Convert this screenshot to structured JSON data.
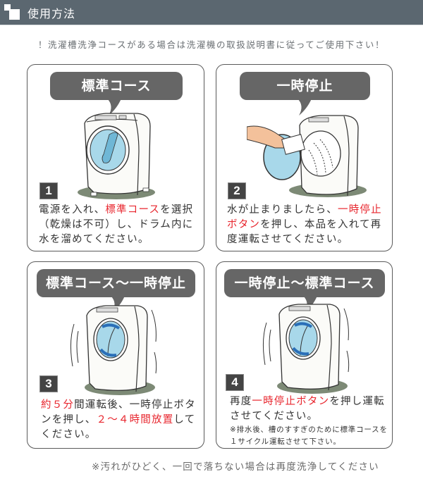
{
  "header": {
    "title": "使用方法",
    "icon": "square-blocks-icon",
    "bg_color": "#5b6770"
  },
  "notice": "！洗濯槽洗浄コースがある場合は洗濯機の取扱説明書に従ってご使用下さい！",
  "steps": [
    {
      "number": "1",
      "bubble": "標準コース",
      "illustration": "washing-machine-filling-water",
      "text": [
        {
          "t": "電源を入れ、",
          "red": false
        },
        {
          "t": "標準コース",
          "red": true
        },
        {
          "t": "を選択（乾燥は不可）し、ドラム内に水を溜めてください。",
          "red": false
        }
      ]
    },
    {
      "number": "2",
      "bubble": "一時停止",
      "illustration": "hand-inserting-packet-into-washing-machine",
      "text": [
        {
          "t": "水が止まりましたら、",
          "red": false
        },
        {
          "t": "一時停止ボタン",
          "red": true
        },
        {
          "t": "を押し、本品を入れて再度運転させてください。",
          "red": false
        }
      ]
    },
    {
      "number": "3",
      "bubble": "標準コース〜一時停止",
      "illustration": "washing-machine-rotating",
      "text": [
        {
          "t": "約５分",
          "red": true
        },
        {
          "t": "間運転後、一時停止ボタンを押し、",
          "red": false
        },
        {
          "t": "２〜４時間放置",
          "red": true
        },
        {
          "t": "してください。",
          "red": false
        }
      ]
    },
    {
      "number": "4",
      "bubble": "一時停止〜標準コース",
      "illustration": "washing-machine-rotating",
      "text": [
        {
          "t": "再度",
          "red": false
        },
        {
          "t": "一時停止ボタン",
          "red": true
        },
        {
          "t": "を押し運転させてください。",
          "red": false
        }
      ],
      "note": "※排水後、槽のすすぎのために標準コースを１サイクル運転させて下さい。"
    }
  ],
  "footer": "※汚れがひどく、一回で落ちない場合は再度洗浄してください",
  "colors": {
    "accent_red": "#e8262e",
    "bubble_gray": "#666666",
    "drum_blue": "#a8d8ea",
    "arrow_blue": "#2a6fb8"
  }
}
